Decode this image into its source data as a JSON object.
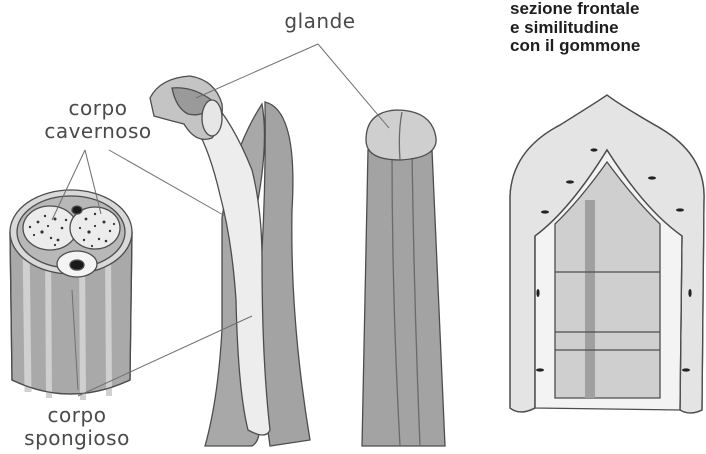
{
  "labels": {
    "glans": "glande",
    "cavernous_line1": "corpo",
    "cavernous_line2": "cavernoso",
    "spongy_line1": "corpo",
    "spongy_line2": "spongioso"
  },
  "title": {
    "line1": "sezione frontale",
    "line2": "e similitudine",
    "line3": "con il gommone"
  },
  "colors": {
    "outline": "#4d4d4d",
    "shaft_gray": "#a6a6a6",
    "shaft_light": "#e6e6e6",
    "tissue": "#f3f3f3",
    "leader": "#707070"
  }
}
